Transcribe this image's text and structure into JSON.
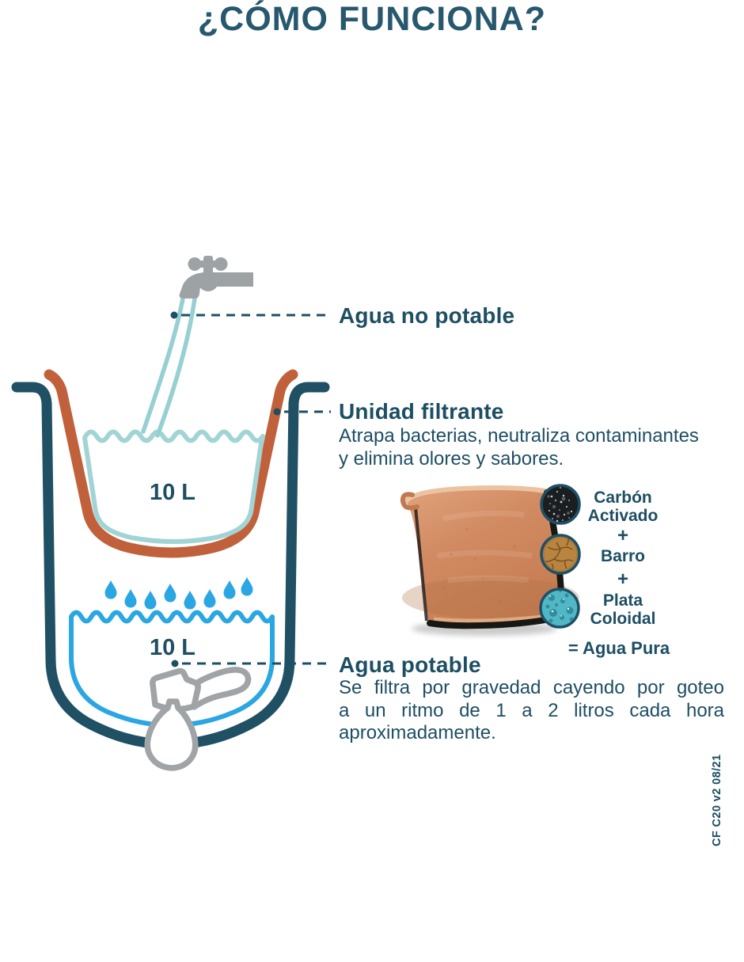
{
  "title": "¿CÓMO FUNCIONA?",
  "callouts": {
    "raw_water_label": "Agua no potable",
    "upper_capacity": "10 L",
    "lower_capacity": "10 L"
  },
  "filter_unit": {
    "heading": "Unidad filtrante",
    "description_lines": [
      "Atrapa bacterias, neutraliza contaminantes",
      "y elimina olores y sabores."
    ],
    "components": [
      {
        "name": "Carbón Activado",
        "icon": "activated-carbon-swatch"
      },
      {
        "name": "Barro",
        "icon": "clay-swatch"
      },
      {
        "name": "Plata Coloidal",
        "icon": "colloidal-silver-swatch"
      }
    ],
    "plus_sign": "+",
    "result": "= Agua Pura"
  },
  "potable_water": {
    "heading": "Agua potable",
    "description_lines": [
      "Se filtra por gravedad cayendo por goteo",
      "a un ritmo de 1 a 2 litros cada hora",
      "aproximadamente."
    ]
  },
  "footer_code": "CF C20 v2 08/21",
  "colors": {
    "text": "#1d4e63",
    "container_outline": "#1f5064",
    "filter_outline": "#c0613c",
    "raw_water": "#a2d4d5",
    "potable_water": "#2aa6e2",
    "metal": "#9da2a5"
  }
}
